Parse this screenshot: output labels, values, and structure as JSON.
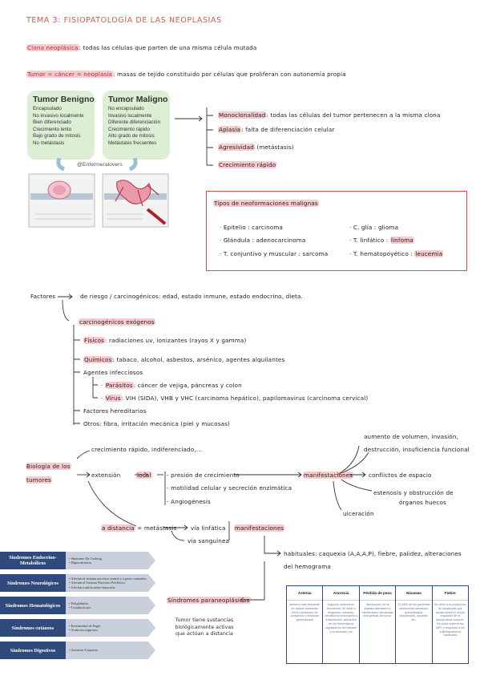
{
  "title": "TEMA 3: FISIOPATOLOGÍA DE LAS NEOPLASIAS",
  "def_clona": {
    "term": "Clona neoplásica",
    "text": ": todas las células que parten de una misma célula mutada"
  },
  "def_tumor": {
    "term": "Tumor = cáncer = neoplasia",
    "text": ": masas de tejido constituido por células que proliferan con autonomía propia"
  },
  "graphic": {
    "benign": {
      "title": "Tumor Benigno",
      "items": [
        "Encapsulado",
        "No invasivo localmente",
        "Bien diferenciado",
        "Crecimiento lento",
        "Bajo grado de mitosis",
        "No metástasis"
      ]
    },
    "malignant": {
      "title": "Tumor Maligno",
      "items": [
        "No encapsulado",
        "Invasivo localmente",
        "Diferente diferenciación",
        "Crecimiento rápido",
        "Alto grado de mitosis",
        "Metástasis frecuentes"
      ]
    },
    "credit": "@Enfermeralovers"
  },
  "features": [
    {
      "term": "Monoclonalidad",
      "text": ": todas las células del tumor pertenecen a la misma clona"
    },
    {
      "term": "Aplasia",
      "text": ": falta de diferenciación celular"
    },
    {
      "term": "Agresividad",
      "text": "(metástasis)"
    },
    {
      "term": "Crecimiento rápido",
      "text": ""
    }
  ],
  "types": {
    "title": "Tipos de neoformaciones malignas",
    "left": [
      {
        "a": "Epitelio",
        "b": "carcinoma"
      },
      {
        "a": "Glándula",
        "b": "adenocarcinoma"
      },
      {
        "a": "T. conjuntivo y muscular",
        "b": "sarcoma"
      }
    ],
    "right": [
      {
        "a": "C. glía",
        "b": "glioma"
      },
      {
        "a": "T. linfático",
        "b": "linfoma"
      },
      {
        "a": "T. hematopoyético",
        "b": "leucemia"
      }
    ]
  },
  "factors": {
    "label": "Factores",
    "risk": "de riesgo / carcinogénicos",
    "risk_list": ": edad, estado inmune, estado endocrino, dieta.",
    "carcinogens": "carcinogénicos exógenos",
    "fisicos": {
      "term": "Físicos",
      "text": ": radiaciones uv, ionizantes (rayos X y gamma)"
    },
    "quimicos": {
      "term": "Químicos",
      "text": ": tabaco, alcohol, asbestos, arsénico, agentes alquilantes"
    },
    "infecciosos": "Agentes infecciosos",
    "parasitos": {
      "term": "Parásitos",
      "text": ": cáncer de vejiga, páncreas y colon"
    },
    "virus": {
      "term": "Virus",
      "text": ": VIH (SIDA), VHB y VHC (carcinoma hepático), papilomavirus (carcinoma cervical)"
    },
    "hereditarios": "Factores hereditarios",
    "otros": "Otros: fibra, irritación mecánica (piel y mucosas)"
  },
  "biology": {
    "label_l1": "Biología de los",
    "label_l2": "tumores",
    "crecimiento": "crecimiento rápido, indiferenciado,...",
    "extension": "extensión",
    "local": "local",
    "local_items": [
      "- presión de crecimiento",
      "- motilidad celular y secreción enzimática",
      "- Angiogénesis"
    ],
    "manif": "manifestaciones",
    "manif_items": [
      "aumento de volumen, invasión,",
      "destrucción, insuficiencia funcional",
      "conflictos de espacio",
      "estenosis y obstrucción de",
      "órganos huecos",
      "ulceración"
    ],
    "distancia": "a distancia",
    "metastasis": "= metástasis",
    "via_linf": "vía linfática",
    "via_sang": "vía sanguínea",
    "manif2": "manifestaciones",
    "habituales": "habituales",
    "habituales_text": ": caquexia (A,A,A,P), fiebre, palidez, alteraciones",
    "habituales_text2": "del hemograma"
  },
  "paraneo": {
    "title": "Síndromes paraneoplásicos",
    "caption_l1": "Tumor tiene sustancias",
    "caption_l2": "biológicamente activas",
    "caption_l3": "que actúan a distancia"
  },
  "syndromes": [
    {
      "name": "Síndromes Endocrino-Metabólicos",
      "items": [
        "• Síndrome De Cushing.",
        "• Hipercalcemia."
      ]
    },
    {
      "name": "Síndromes Neurológicos",
      "items": [
        "• Afectan al sistema nervioso central y a pares craneales.",
        "• Afectan al Sistema Nervioso Periférico.",
        "• Afectan a unión neuro-muscular."
      ]
    },
    {
      "name": "Síndromes Hematológicos",
      "items": [
        "• Poliglobulia.",
        "• Trombocitosis."
      ]
    },
    {
      "name": "Síndromes cutáneos",
      "items": [
        "• Enfermedad de Paget",
        "• Acantosis nigricans"
      ]
    },
    {
      "name": "Síndromes Digestivos",
      "items": [
        "• Anorexia-Caquexia"
      ]
    }
  ],
  "table": {
    "headers": [
      "Astenia",
      "Anorexia",
      "Pérdida de peso",
      "Náuseas",
      "Fiebre"
    ],
    "cells": [
      "síntoma más frecuente en cáncer avanzado (90%) sensación de cansancio y debilidad generalizada",
      "segundo síntoma en frecuencia. Se debe a disgeusia, náuseas, xerostomía secundaria a tratamientos, alteración de los mecanismos reguladores del hambre y la saciedad, etc",
      "disminución de la ingesta alteración el metabolismo demandas energéticas del tumor",
      "12-68% de los pacientes obstrucción mecánica, quimioterapia, radioterapia, opioides, etc.",
      "Se debe a la producción de sustancias que actúan sobre el centro regulador de la temperatura corporal. No suele superar los 38ºC y responde a los antiinflamatorios habituales"
    ]
  }
}
